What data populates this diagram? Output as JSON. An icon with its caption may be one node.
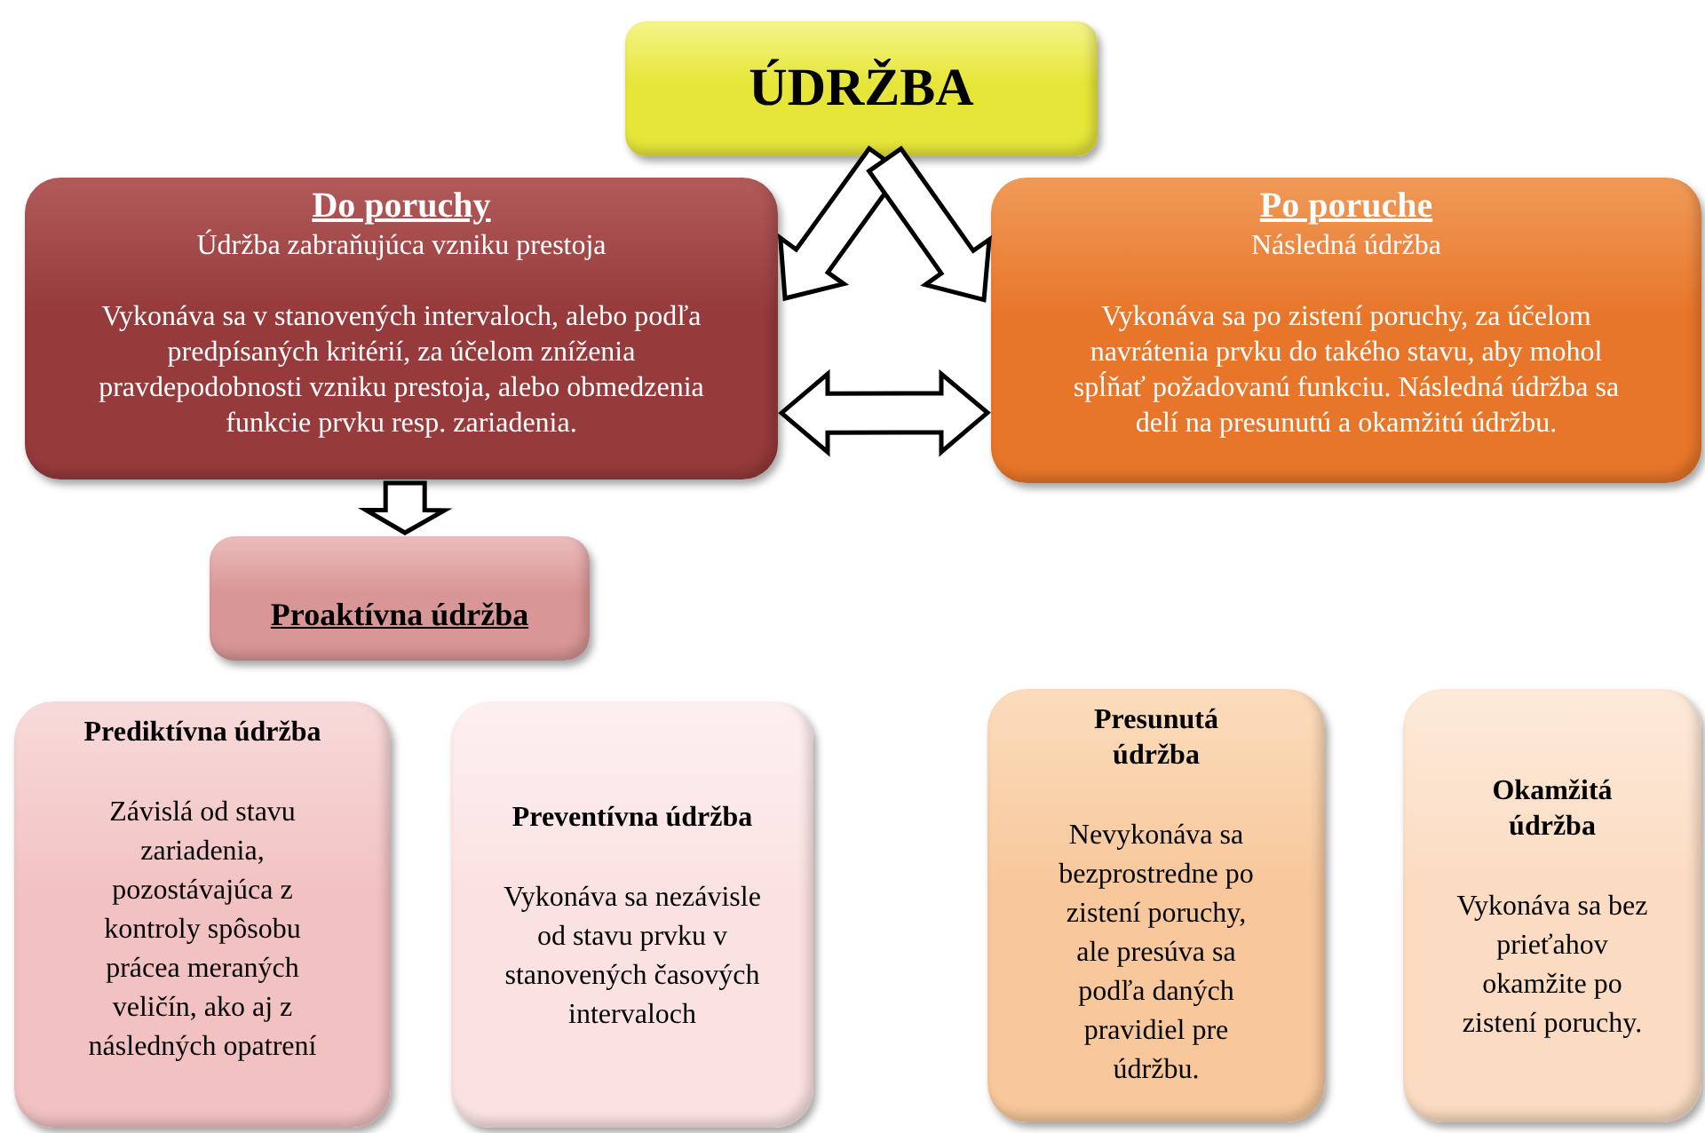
{
  "diagram": {
    "nodes": [
      {
        "text": [
          "ÚDRŽBA"
        ]
      },
      {
        "text": [
          "Do poruchy",
          "Údržba zabraňujúca vzniku prestoja",
          "Vykonáva sa v stanovených intervaloch, alebo podľa predpísaných kritérií, za účelom zníženia pravdepodobnosti vzniku prestoja, alebo obmedzenia funkcie prvku resp. zariadenia."
        ]
      },
      {
        "text": [
          "Po poruche",
          "Následná údržba",
          "Vykonáva sa po zistení poruchy, za účelom navrátenia prvku do takého stavu, aby mohol spĺňať požadovanú funkciu. Následná údržba sa delí na presunutú a okamžitú údržbu."
        ]
      },
      {
        "text": [
          "Proaktívna údržba"
        ]
      },
      {
        "text": [
          "Prediktívna údržba",
          "Závislá od stavu zariadenia, pozostávajúca z kontroly spôsobu prácea meraných veličín, ako aj z následných opatrení"
        ]
      },
      {
        "text": [
          "Preventívna údržba",
          "Vykonáva sa nezávisle od stavu prvku v stanovených časových intervaloch"
        ]
      },
      {
        "text": [
          "Presunutá údržba",
          "Nevykonáva sa bezprostredne po zistení poruchy, ale presúva sa podľa daných pravidiel pre údržbu."
        ]
      },
      {
        "text": [
          "Okamžitá údržba",
          "Vykonáva sa bez prieťahov okamžite po zistení poruchy."
        ]
      }
    ],
    "edges": [
      {
        "from": 0,
        "to": 1,
        "arrow": "to"
      },
      {
        "from": 0,
        "to": 2,
        "arrow": "to"
      },
      {
        "from": 1,
        "to": 2,
        "arrow": "both"
      },
      {
        "from": 1,
        "to": 3,
        "arrow": "to"
      }
    ]
  }
}
